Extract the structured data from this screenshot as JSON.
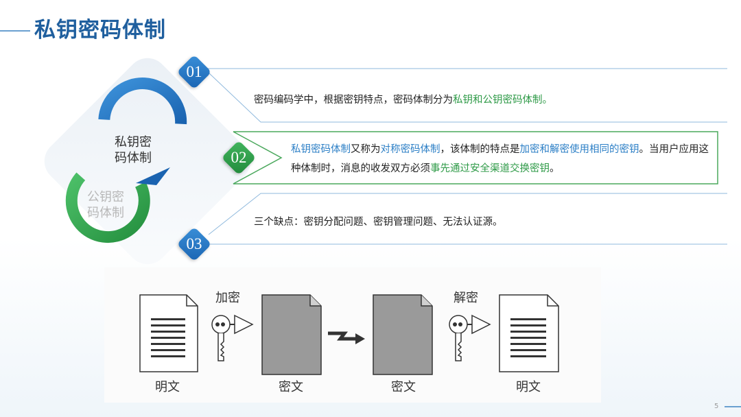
{
  "title": "私钥密码体制",
  "cycle": {
    "private_line1": "私钥密",
    "private_line2": "码体制",
    "public_line1": "公钥密",
    "public_line2": "码体制"
  },
  "items": [
    {
      "number": "01",
      "text_1": "密码编码学中，根据密钥特点，密码体制分为",
      "highlight_1": "私钥和公钥密码体制。"
    },
    {
      "number": "02",
      "highlight_1": "私钥密码体制",
      "text_1": "又称为",
      "highlight_2": "对称密码体制",
      "text_2": "，该体制的特点是",
      "highlight_3": "加密和解密使用相同的密钥",
      "text_3": "。当用户应用这种体制时，消息的收发双方必须",
      "highlight_4": "事先通过安全渠道交换密钥",
      "text_4": "。"
    },
    {
      "number": "03",
      "text_1": "三个缺点：密钥分配问题、密钥管理问题、无法认证源。"
    }
  ],
  "diagram": {
    "encrypt_label": "加密",
    "decrypt_label": "解密",
    "captions": [
      "明文",
      "密文",
      "密文",
      "明文"
    ]
  },
  "page_number": "5",
  "colors": {
    "title_blue": "#1f5f9e",
    "accent_blue": "#2c7fc6",
    "accent_green": "#2e9a47",
    "frame_blue": "#8fb9dd"
  }
}
